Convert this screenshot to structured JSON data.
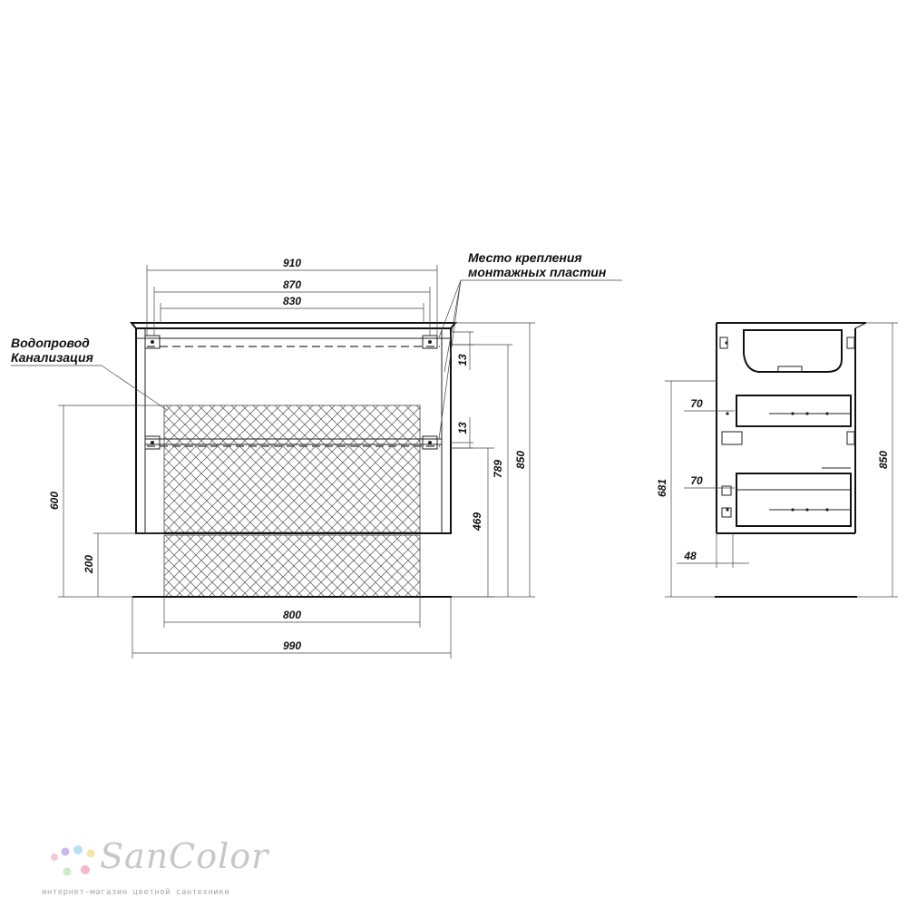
{
  "front_view": {
    "dimensions": {
      "d910": "910",
      "d870": "870",
      "d830": "830",
      "d13_top": "13",
      "d13_bottom": "13",
      "d789": "789",
      "d850": "850",
      "d469": "469",
      "d600": "600",
      "d200": "200",
      "d800": "800",
      "d990": "990"
    },
    "notes": {
      "water_pipe": "Водопровод",
      "sewer": "Канализация",
      "mount_line1": "Место крепления",
      "mount_line2": "монтажных пластин"
    }
  },
  "side_view": {
    "dimensions": {
      "d70_top": "70",
      "d70_bottom": "70",
      "d681": "681",
      "d48": "48",
      "d850": "850"
    }
  },
  "logo": {
    "name": "SanColor",
    "tagline": "интернет-магазин цветной сантехники",
    "dot_colors": [
      "#f7c6d9",
      "#c9b6f2",
      "#b7e0f5",
      "#f9e3a8",
      "#c8efc0",
      "#f6b8c8"
    ]
  }
}
